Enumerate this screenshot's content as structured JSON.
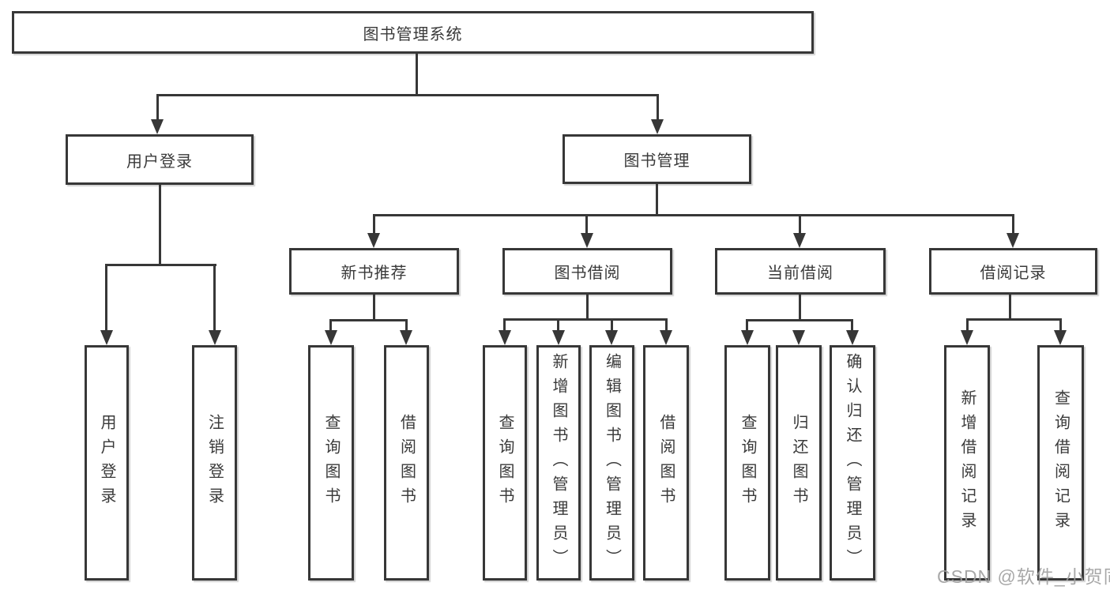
{
  "colors": {
    "line": "#373737",
    "node_text": "#3a3a3a",
    "node_fill": "#ffffff",
    "watermark_text_color": "#9e9e9e",
    "background": "#ffffff"
  },
  "tree": {
    "root": {
      "label": "图书管理系统"
    },
    "branches": [
      {
        "label": "用户登录",
        "children": [
          {
            "label": "用户登录"
          },
          {
            "label": "注销登录"
          }
        ]
      },
      {
        "label": "图书管理",
        "children": [
          {
            "label": "新书推荐",
            "children": [
              {
                "label": "查询图书"
              },
              {
                "label": "借阅图书"
              }
            ]
          },
          {
            "label": "图书借阅",
            "children": [
              {
                "label": "查询图书"
              },
              {
                "label": "新增图书（管理员）"
              },
              {
                "label": "编辑图书（管理员）"
              },
              {
                "label": "借阅图书"
              }
            ]
          },
          {
            "label": "当前借阅",
            "children": [
              {
                "label": "查询图书"
              },
              {
                "label": "归还图书"
              },
              {
                "label": "确认归还（管理员）"
              }
            ]
          },
          {
            "label": "借阅记录",
            "children": [
              {
                "label": "新增借阅记录"
              },
              {
                "label": "查询借阅记录"
              }
            ]
          }
        ]
      }
    ]
  },
  "watermark": {
    "text": "CSDN @软件_小贺同学"
  }
}
